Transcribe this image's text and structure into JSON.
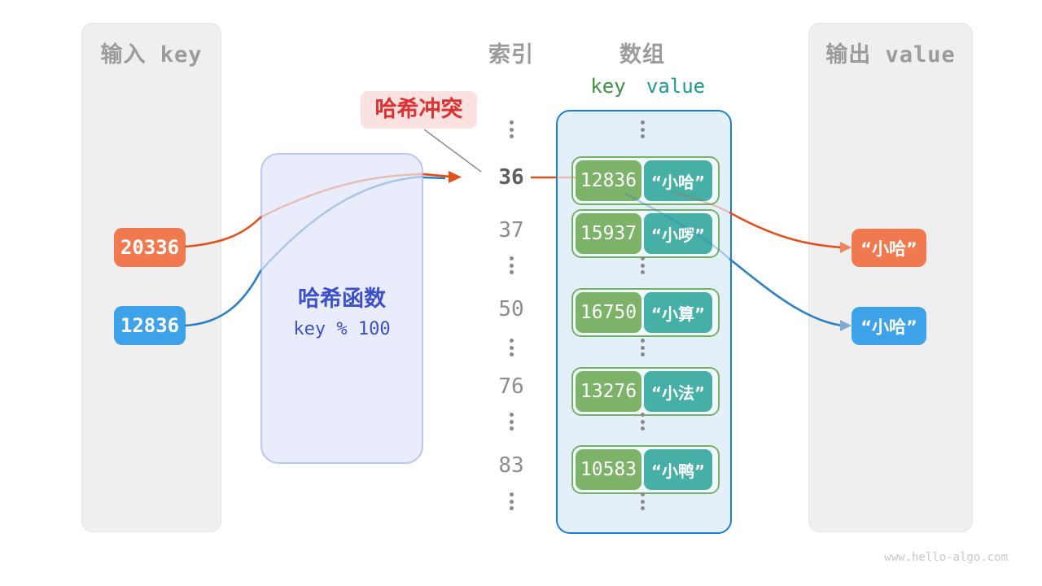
{
  "diagram": {
    "watermark": "www.hello-algo.com",
    "collision_label": "哈希冲突",
    "hash_function": {
      "title": "哈希函数",
      "formula": "key % 100"
    },
    "input_panel": {
      "title": "输入 key",
      "keys": [
        "20336",
        "12836"
      ]
    },
    "index_column": {
      "title": "索引",
      "items": [
        "⋮",
        "36",
        "37",
        "⋮",
        "50",
        "⋮",
        "76",
        "⋮",
        "83",
        "⋮"
      ],
      "highlighted_index": "36"
    },
    "array_panel": {
      "title": "数组",
      "key_header": "key",
      "value_header": "value",
      "rows": [
        {
          "key": "12836",
          "value": "“小哈”"
        },
        {
          "key": "15937",
          "value": "“小啰”"
        },
        {
          "key": "16750",
          "value": "“小算”"
        },
        {
          "key": "13276",
          "value": "“小法”"
        },
        {
          "key": "10583",
          "value": "“小鸭”"
        }
      ]
    },
    "output_panel": {
      "title": "输出 value",
      "values": [
        "“小哈”",
        "“小哈”"
      ]
    },
    "colors": {
      "key_box_orange": "#f0794f",
      "key_box_blue": "#3da2e8",
      "line_orange": "#e2511c",
      "line_blue": "#2d80c4",
      "array_key_green": "#7cb369",
      "array_value_teal": "#46b0a6",
      "array_border_blue": "#1b7ed6",
      "collision_red": "#dd3231",
      "collision_bg": "#fbe2e0",
      "hash_text_blue": "#3c50c8",
      "panel_gray": "#efeff0"
    }
  }
}
